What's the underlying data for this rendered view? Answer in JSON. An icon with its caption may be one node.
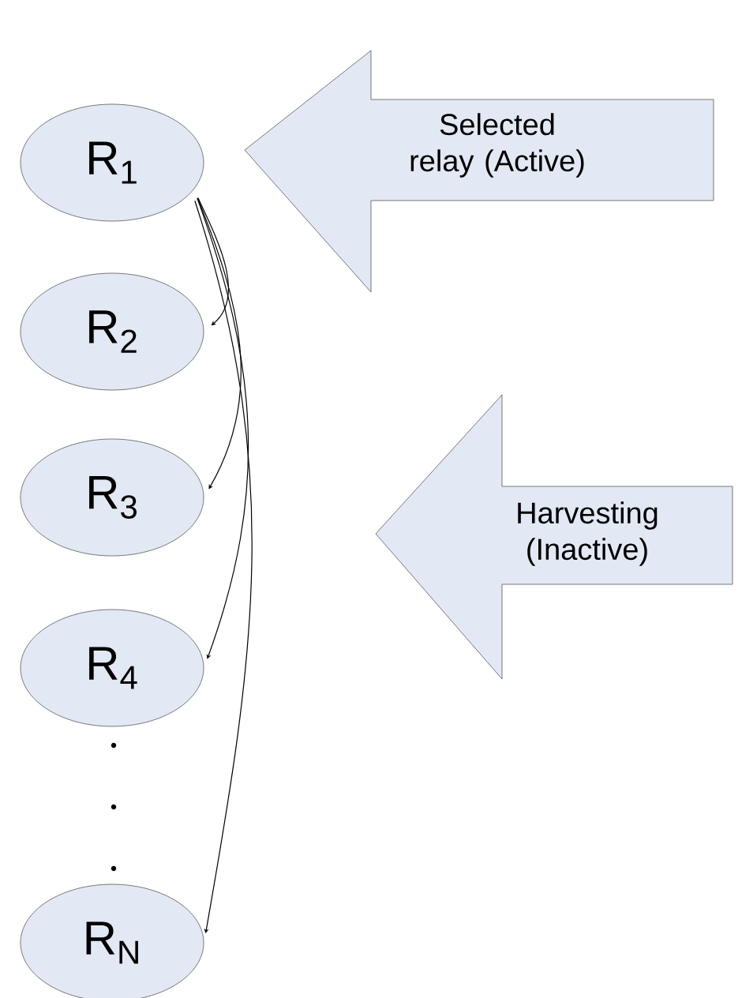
{
  "diagram": {
    "nodes": [
      {
        "text": [
          "R$_{1}$"
        ]
      },
      {
        "text": [
          "R$_{2}$"
        ]
      },
      {
        "text": [
          "R$_{3}$"
        ]
      },
      {
        "text": [
          "R$_{4}$"
        ]
      },
      {
        "text": [
          "R$_{N}$"
        ]
      },
      {
        "text": [
          "Selected relay (Active)"
        ]
      },
      {
        "text": [
          "Harvesting (Inactive)"
        ]
      }
    ],
    "edges": [
      {
        "from": 0,
        "to": 1,
        "arrow": "to"
      },
      {
        "from": 0,
        "to": 2,
        "arrow": "to"
      },
      {
        "from": 0,
        "to": 3,
        "arrow": "to"
      },
      {
        "from": 0,
        "to": 4,
        "arrow": "to"
      }
    ]
  }
}
